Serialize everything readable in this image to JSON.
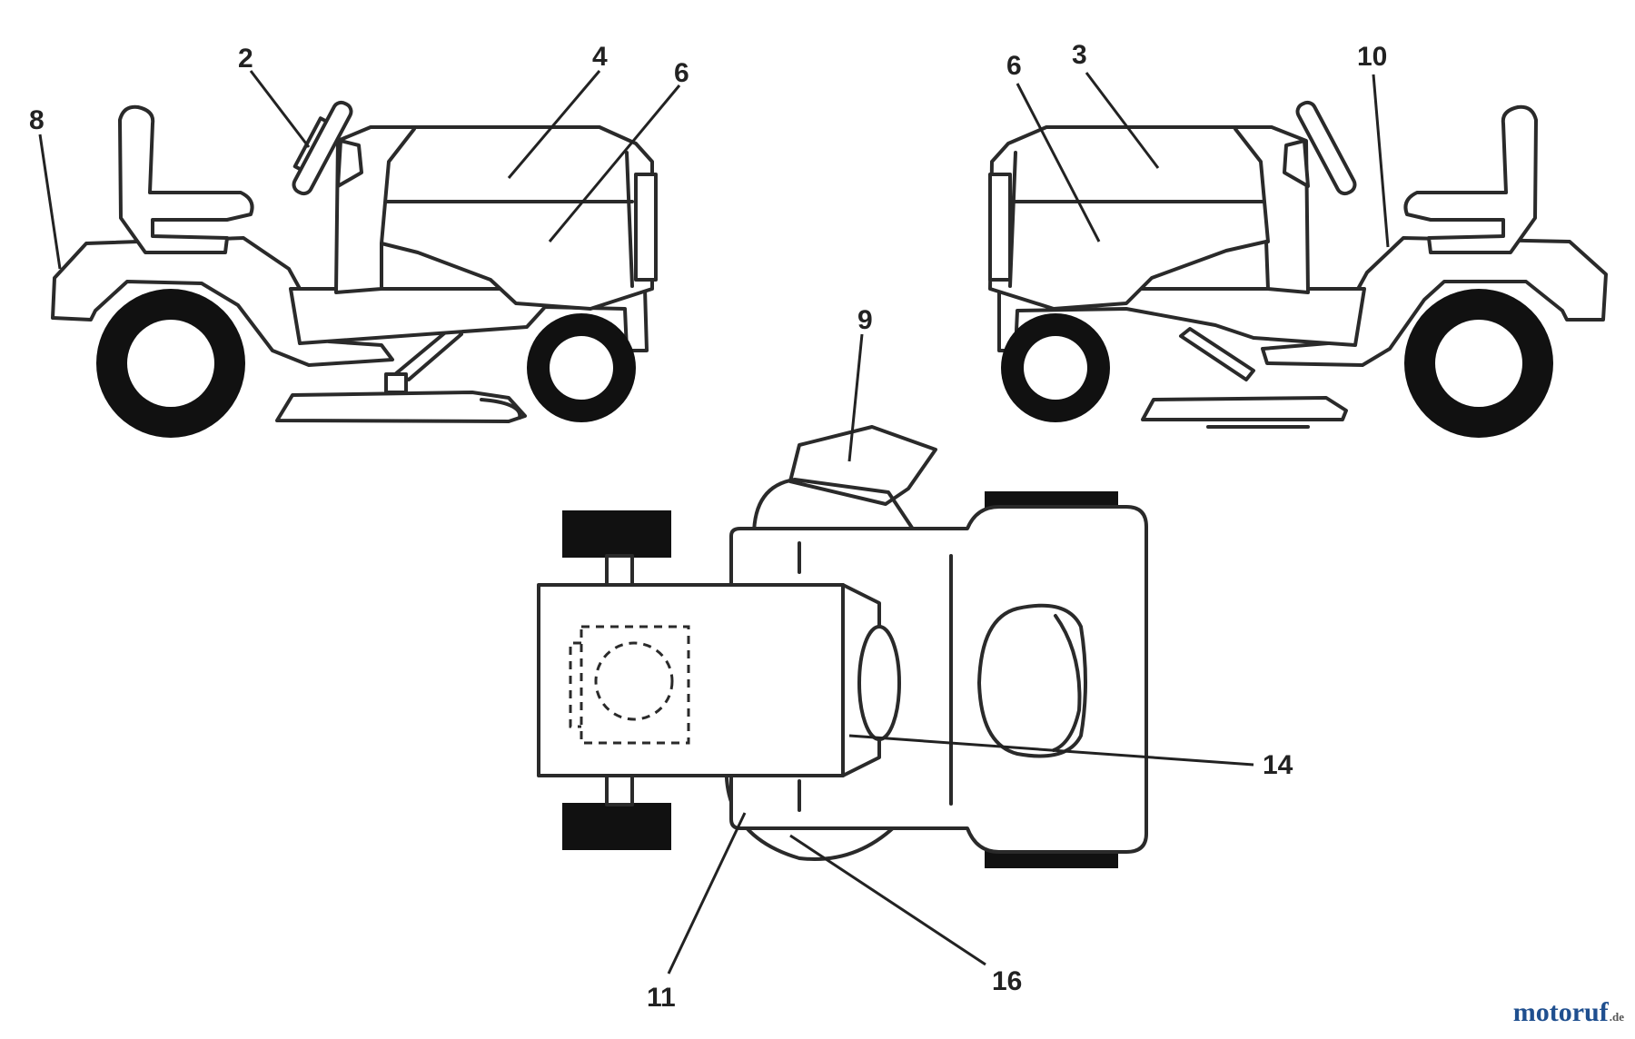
{
  "callouts": {
    "c2": "2",
    "c4": "4",
    "c6_left": "6",
    "c8": "8",
    "c6_right": "6",
    "c3": "3",
    "c10": "10",
    "c9": "9",
    "c14": "14",
    "c11": "11",
    "c16": "16"
  },
  "watermark": {
    "name": "motoruf",
    "tld": ".de"
  },
  "colors": {
    "line": "#2a2a2a",
    "fill": "#ffffff",
    "tire": "#111111",
    "watermark": "#1f4f8f"
  }
}
